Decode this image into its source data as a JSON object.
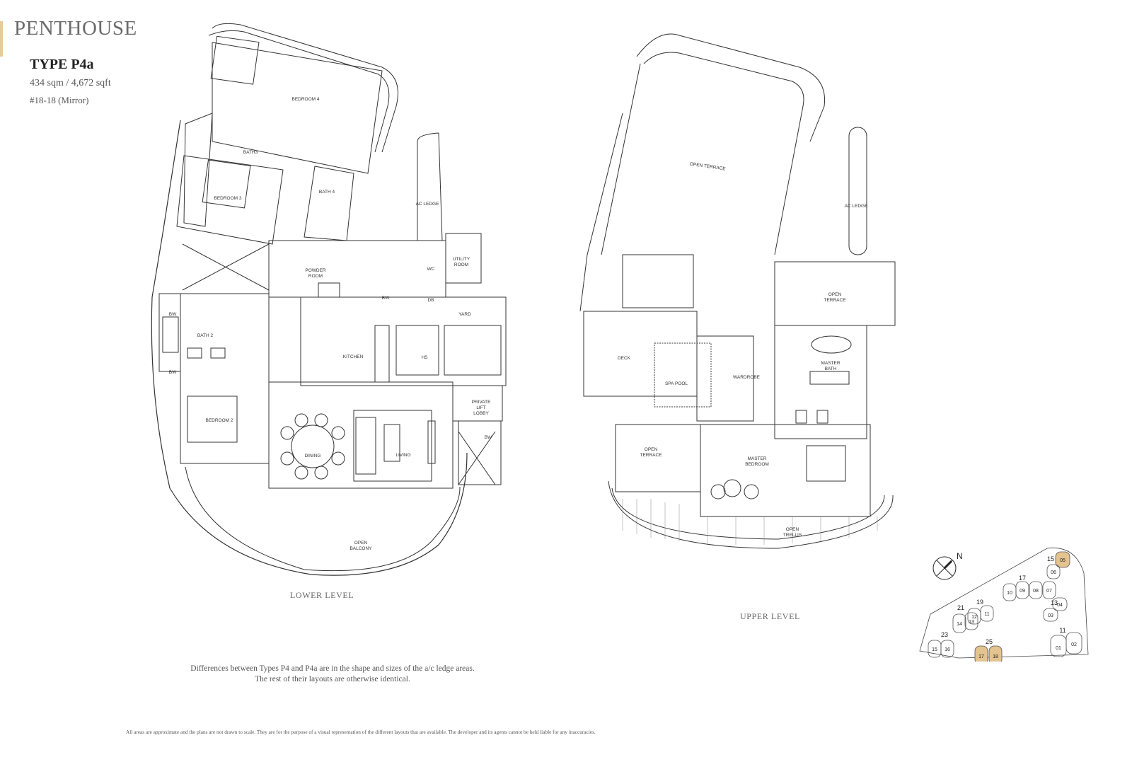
{
  "header": {
    "category": "PENTHOUSE",
    "type": "TYPE P4a",
    "area": "434 sqm / 4,672 sqft",
    "unit": "#18-18 (Mirror)",
    "accent_color": "#e7c99a"
  },
  "lower_level": {
    "label": "LOWER LEVEL",
    "rooms": {
      "bedroom4": "BEDROOM 4",
      "bedroom3": "BEDROOM 3",
      "bedroom2": "BEDROOM 2",
      "bath2": "BATH 2",
      "bath3": "BATH3",
      "bath4": "BATH 4",
      "powder_room_1": "POWDER",
      "powder_room_2": "ROOM",
      "utility_1": "UTILITY",
      "utility_2": "ROOM",
      "wc": "WC",
      "db": "DB",
      "yard": "YARD",
      "kitchen": "KITCHEN",
      "hs": "HS",
      "lift_1": "PRIVATE",
      "lift_2": "LIFT",
      "lift_3": "LOBBY",
      "dining": "DINING",
      "living": "LIVING",
      "balcony_1": "OPEN",
      "balcony_2": "BALCONY",
      "ac_ledge": "AC LEDGE",
      "bw": "BW"
    }
  },
  "upper_level": {
    "label": "UPPER LEVEL",
    "rooms": {
      "open_terrace": "OPEN TERRACE",
      "ac_ledge": "AC LEDGE",
      "terrace2_1": "OPEN",
      "terrace2_2": "TERRACE",
      "deck": "DECK",
      "spa_pool": "SPA POOL",
      "wardrobe": "WARDROBE",
      "master_bath_1": "MASTER",
      "master_bath_2": "BATH",
      "terrace3_1": "OPEN",
      "terrace3_2": "TERRACE",
      "master_bed_1": "MASTER",
      "master_bed_2": "BEDROOM",
      "trellis_1": "OPEN",
      "trellis_2": "TRELLIS"
    }
  },
  "notes": {
    "line1": "Differences between Types P4 and P4a are in the shape and sizes of the a/c ledge areas.",
    "line2": "The rest of their layouts are otherwise identical.",
    "disclaimer": "All areas are approximate and the plans are not drawn to scale. They are for the purpose of a visual representation of the different layouts that are available. The developer and its agents cannot be held liable for any inaccuracies."
  },
  "site_plan": {
    "north": "N",
    "highlight_color": "#e3c38f",
    "blocks": [
      {
        "block": "15",
        "units": [
          "05",
          "06"
        ],
        "highlight": "05"
      },
      {
        "block": "17",
        "units": [
          "10",
          "09",
          "08",
          "07"
        ]
      },
      {
        "block": "19",
        "units": [
          "12",
          "11"
        ]
      },
      {
        "block": "21",
        "units": [
          "14",
          "13"
        ]
      },
      {
        "block": "13",
        "units": [
          "04",
          "03"
        ]
      },
      {
        "block": "23",
        "units": [
          "15",
          "16"
        ]
      },
      {
        "block": "25",
        "units": [
          "17",
          "18"
        ],
        "highlight": "17,18"
      },
      {
        "block": "11",
        "units": [
          "01",
          "02"
        ]
      }
    ]
  }
}
